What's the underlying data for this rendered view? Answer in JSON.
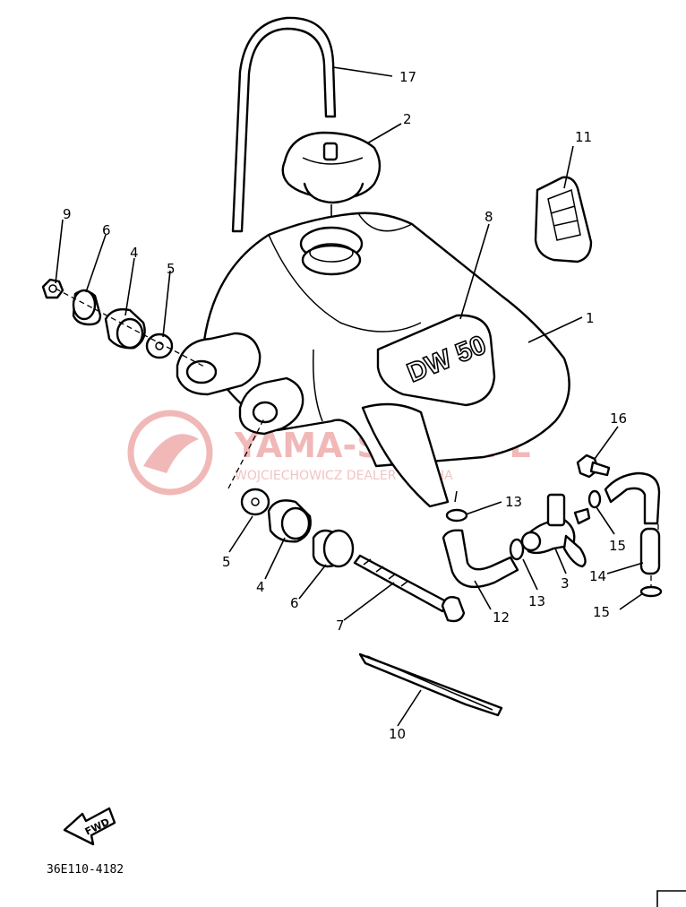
{
  "watermark": {
    "title": "YAMA-SKLEP.PL",
    "subtitle": "WOJCIECHOWICZ DEALER YAMAHA"
  },
  "decals": {
    "tank_model": "DW 50",
    "fwd_arrow": "FWD"
  },
  "drawing_code": "36E110-4182",
  "callouts": [
    "17",
    "2",
    "11",
    "9",
    "6",
    "4",
    "5",
    "8",
    "1",
    "16",
    "13",
    "15",
    "3",
    "14",
    "12",
    "7",
    "10"
  ],
  "colors": {
    "line": "#000000",
    "watermark": "#f1b8b8"
  }
}
